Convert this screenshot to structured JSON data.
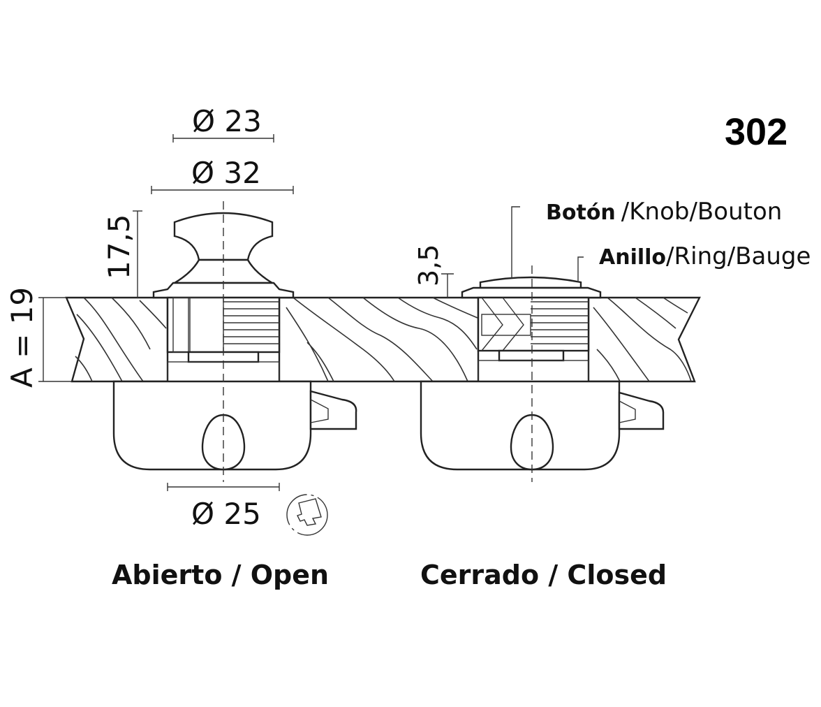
{
  "model_number": "302",
  "dimensions": {
    "knob_diameter": "Ø 23",
    "ring_diameter": "Ø 32",
    "knob_height": "17,5",
    "panel_thickness": "A = 19",
    "ring_height": "3,5",
    "cup_diameter": "Ø 25"
  },
  "callouts": {
    "knob_es": "Botón",
    "knob_rest": "/Knob/Bouton",
    "ring_es": "Anillo",
    "ring_rest": "/Ring/Bauge"
  },
  "states": {
    "open": "Abierto / Open",
    "closed": "Cerrado / Closed"
  },
  "icons": {
    "key": "key-icon"
  }
}
